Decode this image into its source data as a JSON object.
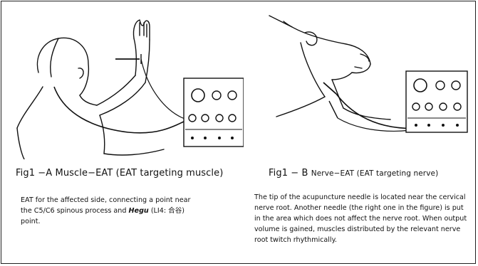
{
  "figure_a": {
    "caption_label": "Fig1 −A",
    "caption_text": "Muscle−EAT (EAT targeting muscle)",
    "description_part1": "EAT for the affected side, connecting a point near the C5/C6 spinous process and ",
    "description_emphasis": "Hegu",
    "description_part2": " (LI4: 合谷) point."
  },
  "figure_b": {
    "caption_label": "Fig1 − B",
    "caption_text": "Nerve−EAT (EAT targeting nerve)",
    "description": "The tip of the acupuncture needle is located near the cervical nerve root. Another needle (the right one in the figure) is put in the area which does not affect the nerve root. When output volume is gained, muscles distributed by the relevant nerve root twitch rhythmically."
  },
  "icons": [
    "patient-arm-raised-illustration",
    "patient-neck-illustration",
    "eat-device-icon"
  ]
}
